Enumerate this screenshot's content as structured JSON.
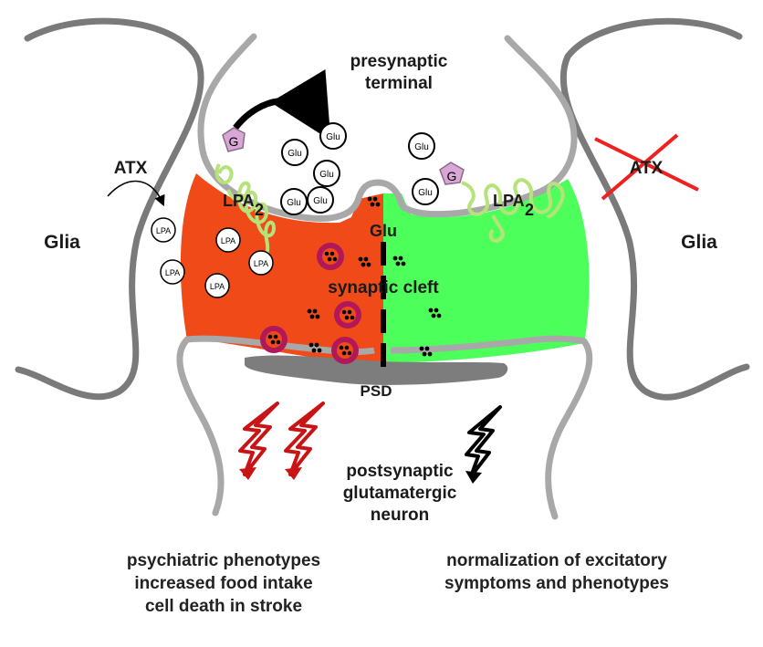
{
  "labels": {
    "presynaptic_line1": "presynaptic",
    "presynaptic_line2": "terminal",
    "glia_left": "Glia",
    "glia_right": "Glia",
    "atx_left": "ATX",
    "atx_right": "ATX",
    "synaptic_cleft": "synaptic cleft",
    "glu_cleft": "Glu",
    "psd": "PSD",
    "postsynaptic_line1": "postsynaptic",
    "postsynaptic_line2": "glutamatergic",
    "postsynaptic_line3": "neuron",
    "lpa2_left": "LPA",
    "lpa2_right": "LPA",
    "lpa2_subscript": "2",
    "g_protein": "G",
    "glu_vesicle": "Glu",
    "lpa_molecule": "LPA"
  },
  "captions": {
    "left": [
      "psychiatric phenotypes",
      "increased food intake",
      "cell death in stroke"
    ],
    "right": [
      "normalization of excitatory",
      "symptoms and phenotypes"
    ]
  },
  "colors": {
    "left_cleft": "#f04a18",
    "right_cleft": "#4dff5a",
    "membrane": "#a8a8a8",
    "glia_outline": "#7a7a7a",
    "psd": "#7d7d7d",
    "g_protein": "#d9a7d5",
    "receptor": "#b6e27a",
    "red_arrow": "#c81414",
    "cross": "#f02020",
    "vesicle_ring": "#b0185a"
  }
}
